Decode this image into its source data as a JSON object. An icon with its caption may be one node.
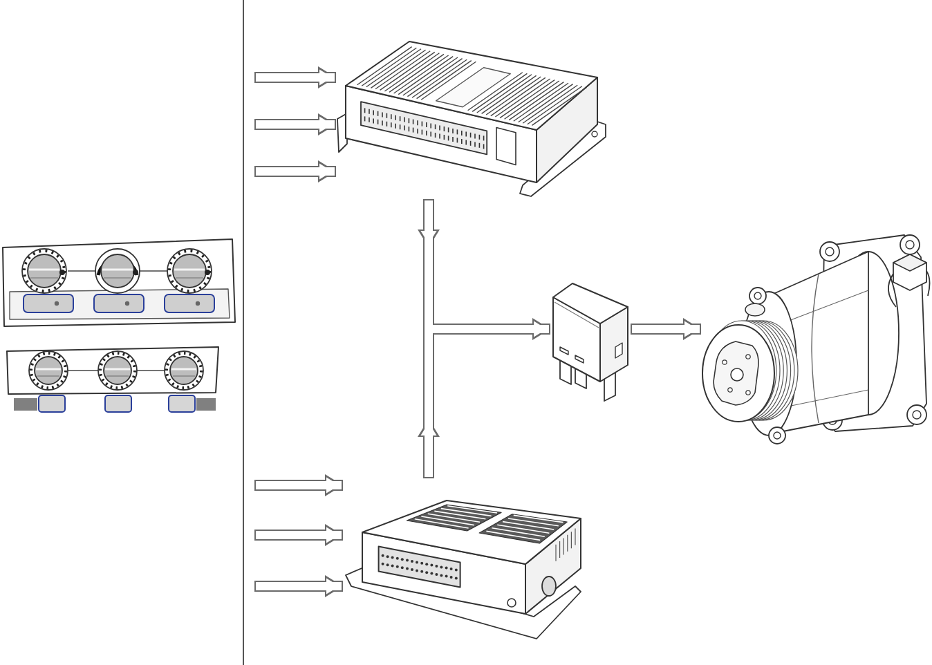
{
  "diagram": {
    "nodes": [
      {
        "text": [],
        "shape": "picture"
      },
      {
        "text": [],
        "shape": "picture"
      },
      {
        "text": [],
        "shape": "picture"
      },
      {
        "text": [],
        "shape": "picture"
      },
      {
        "text": [],
        "shape": "picture"
      },
      {
        "text": [],
        "shape": "picture"
      }
    ],
    "edges": [
      {
        "from": null,
        "to": 2,
        "arrow": "to"
      },
      {
        "from": null,
        "to": 2,
        "arrow": "to"
      },
      {
        "from": null,
        "to": 2,
        "arrow": "to"
      },
      {
        "from": null,
        "to": 5,
        "arrow": "to"
      },
      {
        "from": null,
        "to": 5,
        "arrow": "to"
      },
      {
        "from": null,
        "to": 5,
        "arrow": "to"
      },
      {
        "from": 2,
        "to": 3,
        "arrow": "to"
      },
      {
        "from": 5,
        "to": 3,
        "arrow": "to"
      },
      {
        "from": 3,
        "to": 4,
        "arrow": "to"
      }
    ]
  }
}
